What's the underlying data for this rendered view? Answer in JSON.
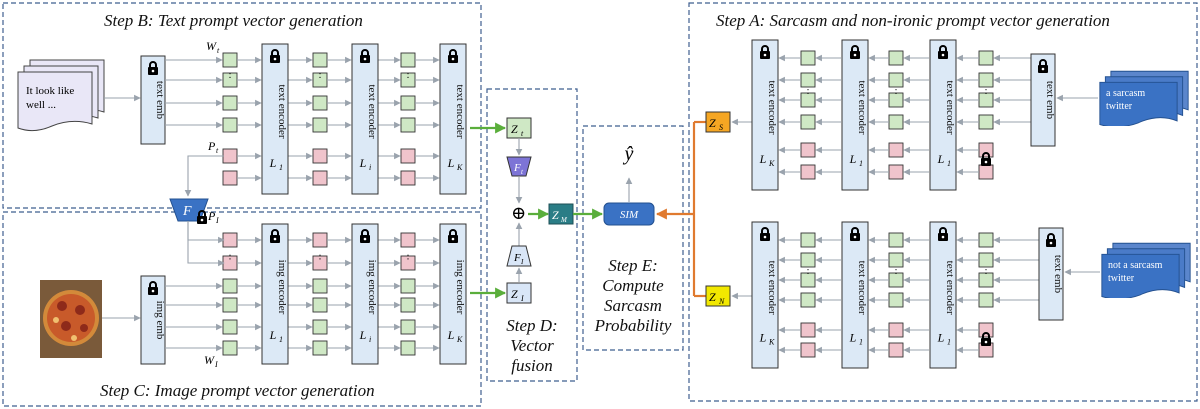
{
  "steps": {
    "b": "Step B: Text prompt vector generation",
    "c": "Step C: Image prompt vector generation",
    "a": "Step A: Sarcasm and non-ironic prompt vector generation",
    "d": [
      "Step D:",
      "Vector",
      "fusion"
    ],
    "e": [
      "Step E:",
      "Compute",
      "Sarcasm",
      "Probability"
    ]
  },
  "inputs": {
    "text_doc": [
      "It look like",
      "well ..."
    ],
    "sarcasm_doc": [
      "a sarcasm",
      "twitter"
    ],
    "non_sarcasm_doc": [
      "not a sarcasm",
      "twitter"
    ]
  },
  "blocks": {
    "text_emb": "text emb",
    "img_emb": "img emb",
    "text_encoder": "text encoder",
    "img_encoder": "img encoder"
  },
  "layers": {
    "L1": "L",
    "L1_sub": "1",
    "Li": "L",
    "Li_sub": "i",
    "LK": "L",
    "LK_sub": "K"
  },
  "symbols": {
    "W": "W",
    "Wt_sub": "t",
    "WI_sub": "I",
    "P": "P",
    "Pt_sub": "t",
    "PI_sub": "I",
    "Z": "Z",
    "Zt_sub": "t",
    "ZI_sub": "I",
    "ZM_sub": "M",
    "ZS_sub": "S",
    "ZN_sub": "N",
    "F": "F",
    "Ft_sub": "t",
    "FI_sub": "I",
    "plus": "⊕",
    "y_hat": "ŷ",
    "sim": "SIM",
    "dots": "..."
  },
  "colors": {
    "frame": "#3f5f8f",
    "encoder_fill": "#dce9f6",
    "token_green": "#cfe8c5",
    "token_pink": "#f0c4cc",
    "fusion_arrow": "#5aae3b",
    "similarity_arrow": "#e07a2f",
    "sim_node": "#3a72c4",
    "z_s": "#f5a623",
    "z_n": "#f2e800",
    "z_t": "#cfe8c5",
    "z_m": "#2a7d86",
    "projector": "#3a72c4"
  },
  "icons": [
    "lock-icon",
    "pizza-photo",
    "document-stack-icon"
  ]
}
